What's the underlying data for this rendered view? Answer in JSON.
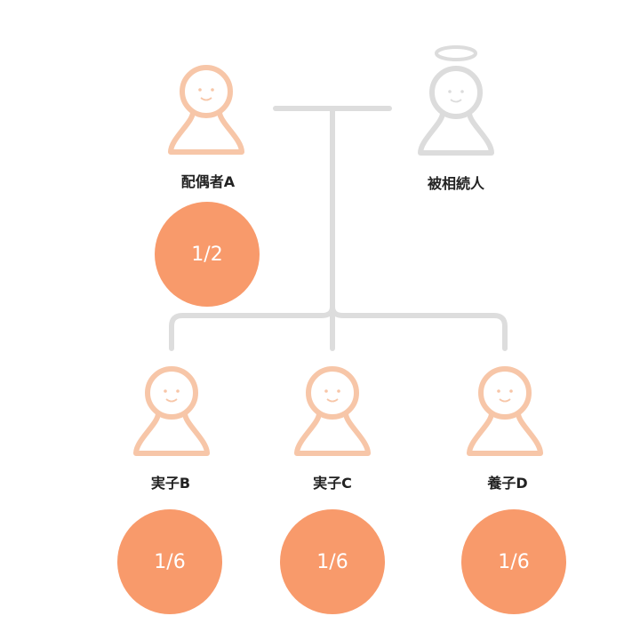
{
  "colors": {
    "line": "#dddddd",
    "heir_icon": "#f7c6a8",
    "decedent_icon": "#dcdcdc",
    "share_circle": "#f89a6b"
  },
  "decedent": {
    "label": "被相続人",
    "icon": "angel-person-icon"
  },
  "spouse": {
    "label": "配偶者A",
    "share": "1/2",
    "icon": "person-icon"
  },
  "children": [
    {
      "label": "実子B",
      "share": "1/6",
      "icon": "person-icon"
    },
    {
      "label": "実子C",
      "share": "1/6",
      "icon": "person-icon"
    },
    {
      "label": "養子D",
      "share": "1/6",
      "icon": "person-icon"
    }
  ]
}
